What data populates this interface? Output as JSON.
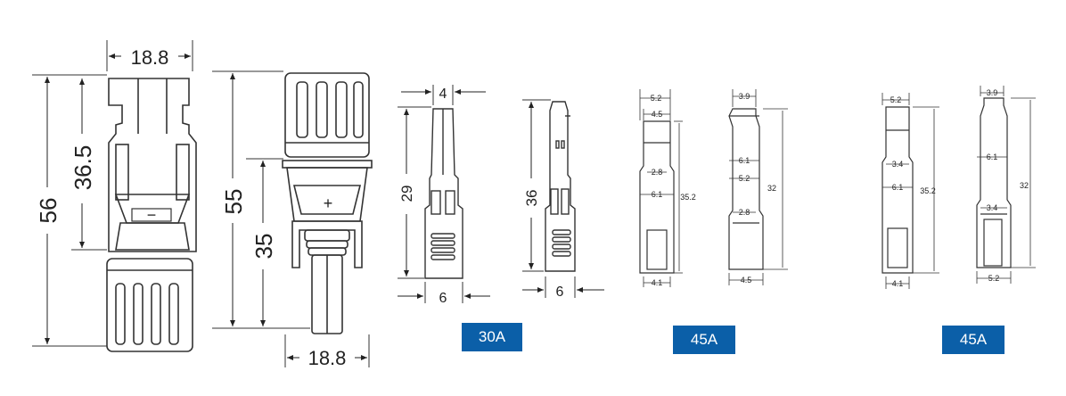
{
  "female": {
    "width": "18.8",
    "height_total": "56",
    "height_inner": "36.5",
    "polarity": "−"
  },
  "male": {
    "width": "18.8",
    "height_total": "55",
    "height_inner": "35",
    "polarity": "+"
  },
  "contact_30a": {
    "top": "4",
    "height_pin": "29",
    "height_socket": "36",
    "width_pin": "6",
    "width_socket": "6",
    "badge": "30A"
  },
  "contact_45a_1": {
    "d1": "5.2",
    "d2": "4.5",
    "d3": "2.8",
    "d4": "6.1",
    "d5": "35.2",
    "d6": "4.1",
    "d7": "3.9",
    "d8": "6.1",
    "d9": "5.2",
    "d10": "2.8",
    "d11": "32",
    "d12": "4.5",
    "badge": "45A"
  },
  "contact_45a_2": {
    "d1": "5.2",
    "d2": "3.4",
    "d3": "6.1",
    "d4": "35.2",
    "d5": "4.1",
    "d6": "3.9",
    "d7": "6.1",
    "d8": "3.4",
    "d9": "32",
    "d10": "5.2",
    "badge": "45A"
  },
  "colors": {
    "badge": "#0b5fa8",
    "line": "#333333"
  }
}
